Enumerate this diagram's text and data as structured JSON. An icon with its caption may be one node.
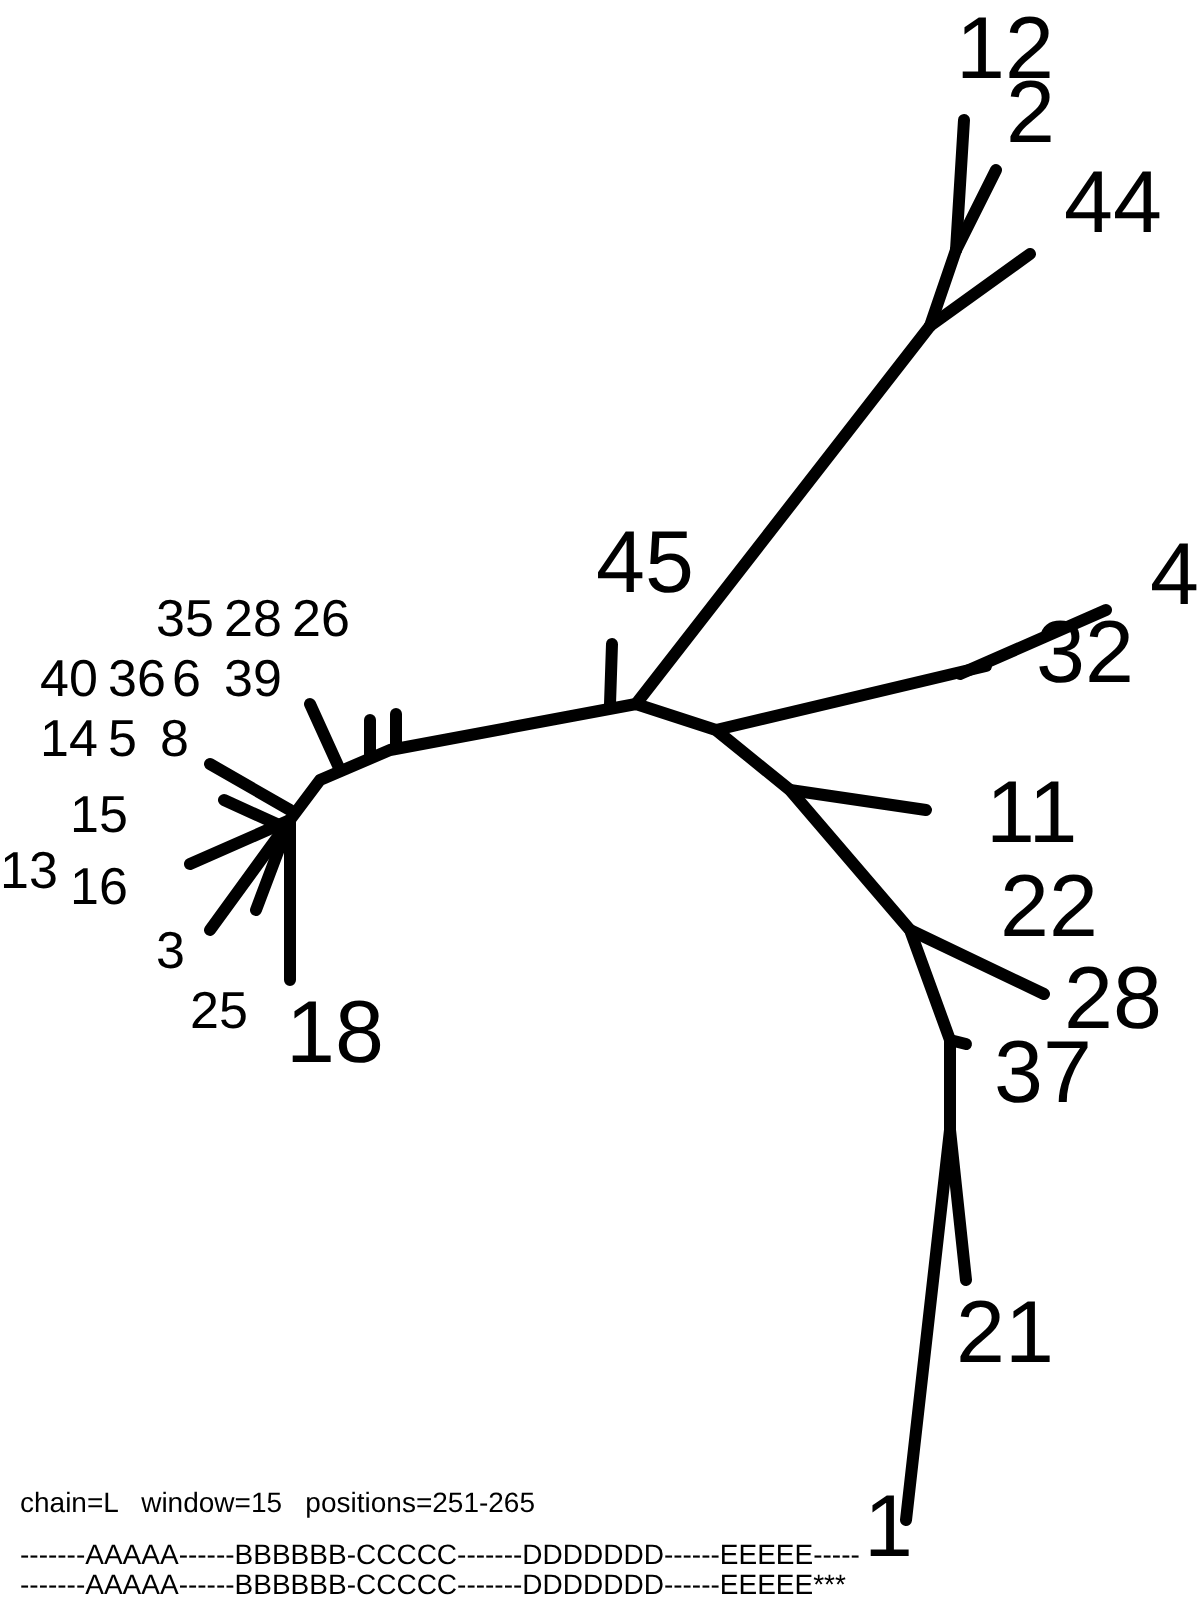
{
  "diagram": {
    "labels": [
      "12",
      "2",
      "44",
      "45",
      "4",
      "35",
      "28",
      "26",
      "32",
      "40",
      "36",
      "6",
      "39",
      "14",
      "5",
      "8",
      "11",
      "15",
      "13",
      "16",
      "22",
      "3",
      "28",
      "25",
      "18",
      "37",
      "21",
      "1",
      "chain=L   window=15   positions=251-265",
      "-------AAAAA------BBBBBB-CCCCC-------DDDDDDD------EEEEE-----",
      "-------AAAAA------BBBBBB-CCCCC-------DDDDDDD------EEEEE***"
    ]
  }
}
